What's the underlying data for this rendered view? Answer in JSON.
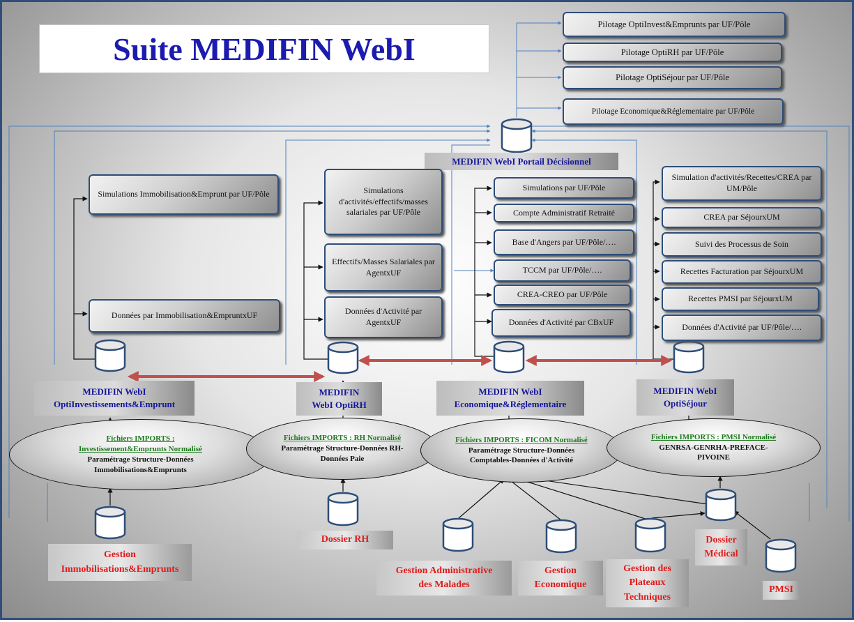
{
  "title": "Suite MEDIFIN WebI",
  "pilotage": [
    "Pilotage  OptiInvest&Emprunts par UF/Pôle",
    "Pilotage  OptiRH par UF/Pôle",
    "Pilotage  OptiSéjour par UF/Pôle",
    "Pilotage  Economique&Réglementaire par UF/Pôle"
  ],
  "portail_label": "MEDIFIN WebI Portail Décisionnel",
  "modules": {
    "invest": {
      "boxes": [
        "Simulations Immobilisation&Emprunt par UF/Pôle",
        "Données par Immobilisation&EmpruntxUF"
      ],
      "label_line1": "MEDIFIN WebI",
      "label_line2": "OptiInvestissements&Emprunt",
      "imports_head": "Fichiers  IMPORTS : Investissement&Emprunts  Normalisé",
      "imports_body": "Paramétrage Structure-Données Immobilisations&Emprunts"
    },
    "rh": {
      "boxes": [
        "Simulations d'activités/effectifs/masses salariales par UF/Pôle",
        "Effectifs/Masses Salariales par AgentxUF",
        "Données d'Activité par AgentxUF"
      ],
      "label_line1": "MEDIFIN",
      "label_line2": "WebI  OptiRH",
      "imports_head": "Fichiers  IMPORTS : RH Normalisé",
      "imports_body": "Paramétrage Structure-Données RH-Données Paie"
    },
    "eco": {
      "boxes": [
        "Simulations  par UF/Pôle",
        "Compte Administratif Retraité",
        "Base d'Angers  par UF/Pôle/….",
        "TCCM par UF/Pôle/….",
        "CREA-CREO par  UF/Pôle",
        "Données d'Activité  par  CBxUF"
      ],
      "label_line1": "MEDIFIN WebI",
      "label_line2": "Economique&Réglementaire",
      "imports_head": "Fichiers  IMPORTS : FICOM Normalisé",
      "imports_body": "Paramétrage Structure-Données Comptables-Données  d'Activité"
    },
    "sejour": {
      "boxes": [
        "Simulation d'activités/Recettes/CREA par UM/Pôle",
        "CREA par SéjourxUM",
        "Suivi des Processus de Soin",
        "Recettes Facturation par SéjourxUM",
        "Recettes PMSI par SéjourxUM",
        "Données d'Activité  par UF/Pôle/…."
      ],
      "label_line1": "MEDIFIN WebI",
      "label_line2": "OptiSéjour",
      "imports_head": "Fichiers  IMPORTS : PMSI Normalisé",
      "imports_body": "GENRSA-GENRHA-PREFACE-PIVOINE"
    }
  },
  "sources": {
    "immo": [
      "Gestion",
      "Immobilisations&Emprunts"
    ],
    "rh": [
      "Dossier RH"
    ],
    "admin": [
      "Gestion Administrative",
      "des Malades"
    ],
    "eco": [
      "Gestion",
      "Economique"
    ],
    "plateaux": [
      "Gestion des",
      "Plateaux",
      "Techniques"
    ],
    "medical": [
      "Dossier",
      "Médical"
    ],
    "pmsi": [
      "PMSI"
    ]
  },
  "colors": {
    "frame": "#2f4f7a",
    "module_label": "#16169c",
    "source_label": "#e11b1b",
    "imports_heading": "#1e7a1e",
    "connector": "#c0504d",
    "feedback_line": "#4f81bd"
  }
}
